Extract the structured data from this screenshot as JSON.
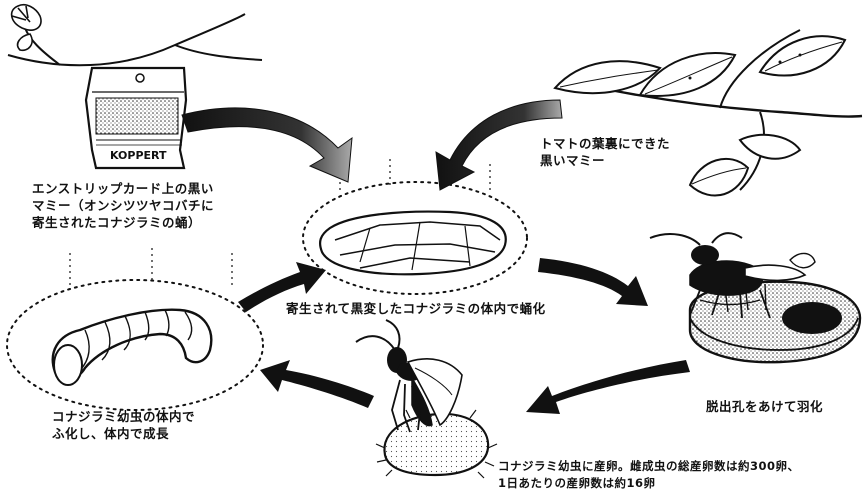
{
  "card": {
    "brand": "KOPPERT"
  },
  "labels": {
    "card_caption": "エンストリップカード上の黒い\nマミー（オンシツツヤコバチに\n寄生されたコナジラミの蛹）",
    "leaf_caption": "トマトの葉裏にできた\n黒いマミー",
    "pupate_caption": "寄生されて黒変したコナジラミの体内で蛹化",
    "emerge_caption": "脱出孔をあけて羽化",
    "larva_caption": "コナジラミ幼虫の体内で\nふ化し、体内で成長",
    "oviposit_caption": "コナジラミ幼虫に産卵。雌成虫の総産卵数は約300卵、\n1日あたりの産卵数は約16卵"
  },
  "colors": {
    "ink": "#111111",
    "paper": "#ffffff",
    "stipple": "#555555"
  }
}
